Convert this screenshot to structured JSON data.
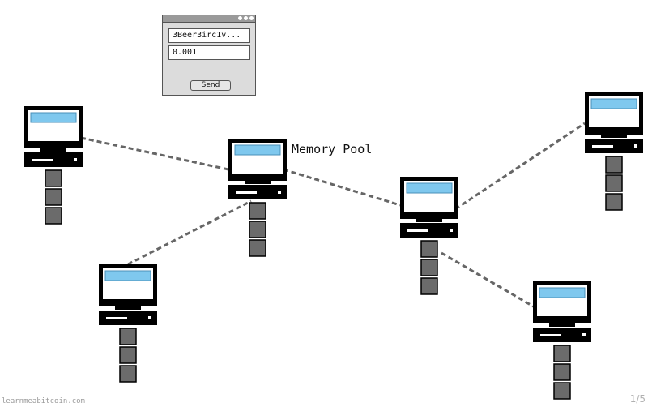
{
  "wallet": {
    "address_value": "3Beer3irc1v...",
    "amount_value": "0.001",
    "send_label": "Send"
  },
  "mempool_label": "Memory Pool",
  "footer": {
    "site": "learnmeabitcoin.com",
    "page_indicator": "1/5"
  },
  "colors": {
    "screen": "#7fc8ee",
    "computer": "#000000",
    "block": "#6b6b6b",
    "link": "#666666"
  }
}
